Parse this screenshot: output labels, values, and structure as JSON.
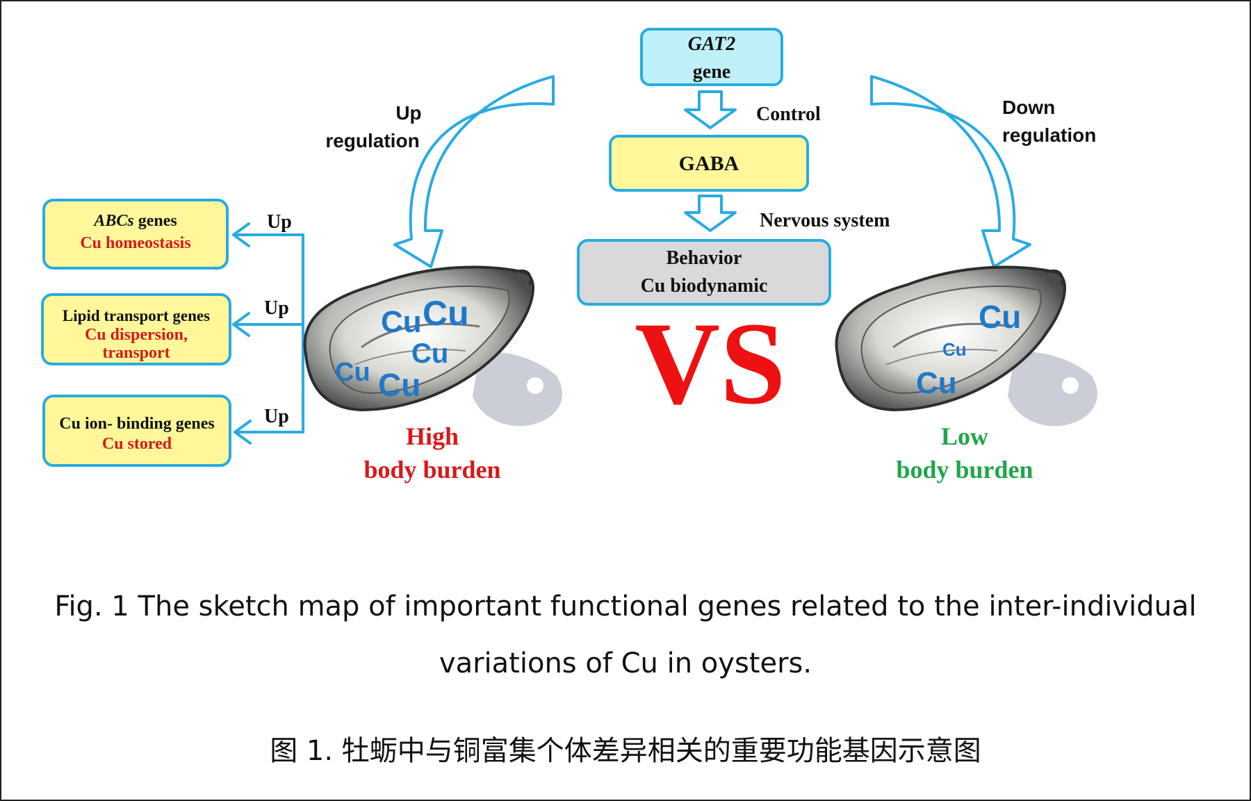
{
  "colors": {
    "arrow_blue": "#29abe2",
    "box_yellow": "#fff799",
    "box_cyan": "#bff0f8",
    "box_gray": "#d9d9d9",
    "text_red": "#d7191c",
    "text_green": "#21a54a",
    "cu_blue": "#1f78c8",
    "vs_red": "#ee1111"
  },
  "top": {
    "gat2_line1": "GAT2",
    "gat2_line2": "gene",
    "control_label": "Control",
    "gaba_label": "GABA",
    "nervous_label": "Nervous system",
    "behavior_line1": "Behavior",
    "behavior_line2": "Cu biodynamic",
    "vs_label": "VS"
  },
  "left_arrow": {
    "line1": "Up",
    "line2": "regulation"
  },
  "right_arrow": {
    "line1": "Down",
    "line2": "regulation"
  },
  "gene_boxes": [
    {
      "title_italic": "ABCs",
      "title_rest": " genes",
      "sub1": "Cu homeostasis",
      "sub2": "",
      "arrow_label": "Up"
    },
    {
      "title_italic": "",
      "title_rest": "Lipid transport genes",
      "sub1": "Cu dispersion,",
      "sub2": "transport",
      "arrow_label": "Up"
    },
    {
      "title_italic": "",
      "title_rest": "Cu ion- binding genes",
      "sub1": "Cu stored",
      "sub2": "",
      "arrow_label": "Up"
    }
  ],
  "oyster_high": {
    "cu_labels": [
      "Cu",
      "Cu",
      "Cu",
      "Cu",
      "Cu"
    ],
    "label_line1": "High",
    "label_line2": "body burden"
  },
  "oyster_low": {
    "cu_labels": [
      "Cu",
      "Cu",
      "Cu"
    ],
    "label_line1": "Low",
    "label_line2": "body burden"
  },
  "caption": {
    "en_line1": "Fig. 1 The sketch map of important functional genes related to the inter-individual",
    "en_line2": "variations of Cu in oysters.",
    "zh": "图 1.  牡蛎中与铜富集个体差异相关的重要功能基因示意图"
  }
}
